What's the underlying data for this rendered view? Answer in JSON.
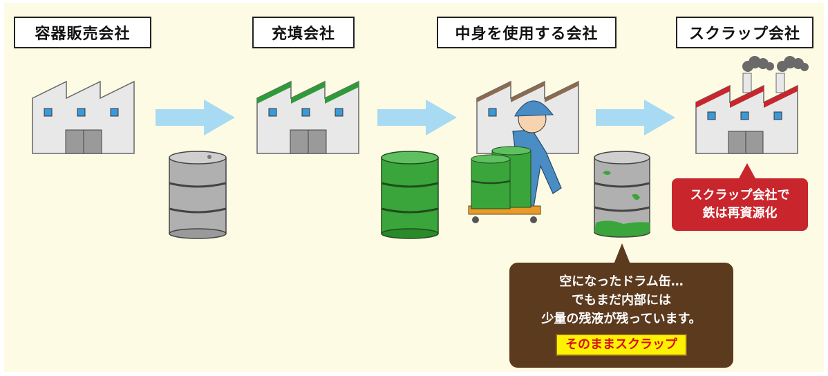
{
  "stages": [
    {
      "label": "容器販売会社"
    },
    {
      "label": "充填会社"
    },
    {
      "label": "中身を使用する会社"
    },
    {
      "label": "スクラップ会社"
    }
  ],
  "callouts": {
    "scrap": {
      "line1": "スクラップ会社で",
      "line2": "鉄は再資源化"
    },
    "residue": {
      "line1": "空になったドラム缶…",
      "line2": "でもまだ内部には",
      "line3": "少量の残液が残っています。",
      "highlight": "そのままスクラップ"
    }
  },
  "colors": {
    "background": "#fefbe4",
    "arrow": "#a8dbf3",
    "drum_gray": "#b0b0b0",
    "drum_green": "#3aa53a",
    "roof_green": "#2f9a3a",
    "roof_brown": "#8a6a50",
    "roof_red": "#c8262c",
    "callout_red": "#c8262c",
    "callout_brown": "#5b3a1e",
    "highlight_yellow": "#fff200"
  }
}
